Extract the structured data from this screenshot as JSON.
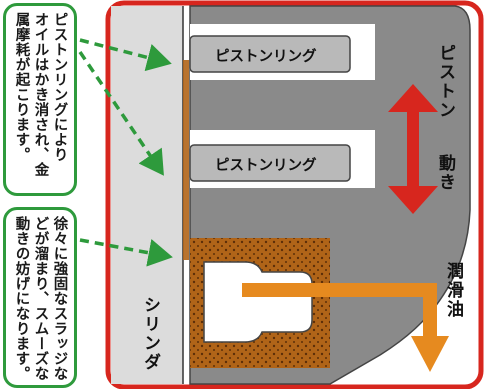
{
  "callouts": {
    "top": {
      "lines": [
        "ピストンリングにより",
        "オイルはかき消され、金",
        "属摩耗が起こります。"
      ]
    },
    "bottom": {
      "lines": [
        "徐々に強固なスラッジな",
        "どが溜まり、スムーズな",
        "動きの妨げになります。"
      ]
    }
  },
  "labels": {
    "ring_upper": "ピストンリング",
    "ring_lower": "ピストンリング",
    "piston": "ピストン",
    "movement": "動き",
    "lubricant": "潤滑油",
    "cylinder": "シリンダ"
  },
  "colors": {
    "frame": "#d7261e",
    "piston": "#8a8a8a",
    "ring": "#b9b9b9",
    "sludge": "#b06418",
    "cylinder": "#dcdcdc",
    "arrow_green": "#2e9a3c",
    "oil_arrow": "#e68a1f"
  },
  "icons": [
    "double-arrow-icon",
    "oil-flow-arrow-icon",
    "dashed-pointer-arrow-icon"
  ]
}
